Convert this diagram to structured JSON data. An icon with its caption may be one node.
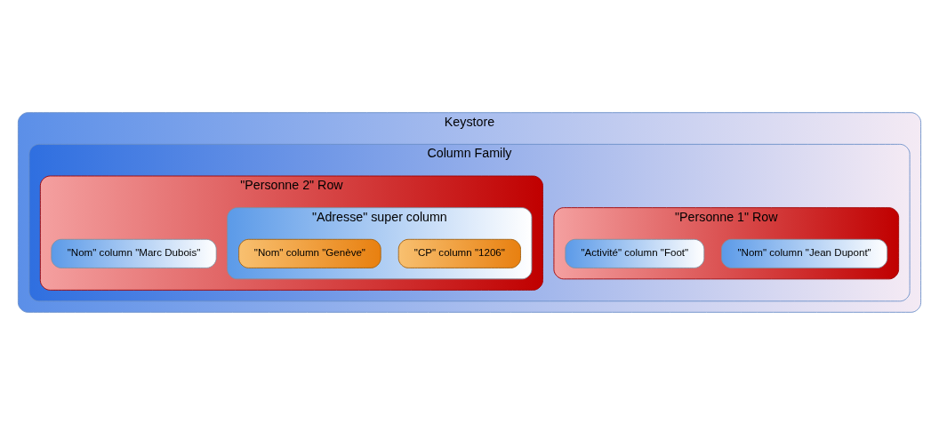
{
  "diagram": {
    "nodes": [
      {
        "text": [
          "Keystore"
        ]
      },
      {
        "text": [
          "Column Family"
        ],
        "in": 0
      },
      {
        "text": [
          "\"Personne 1\" Row"
        ],
        "in": 1
      },
      {
        "text": [
          "\"Nom\" column \"Jean Dupont\""
        ],
        "in": 2
      },
      {
        "text": [
          "\"Activité\" column \"Foot\""
        ],
        "in": 2
      },
      {
        "text": [
          "\"Personne 2\" Row"
        ],
        "in": 1
      },
      {
        "text": [
          "\"Nom\" column \"Marc Dubois\""
        ],
        "in": 5
      },
      {
        "text": [
          "\"Adresse\" super column"
        ],
        "in": 5
      },
      {
        "text": [
          "\"CP\" column \"1206\""
        ],
        "in": 7
      },
      {
        "text": [
          "\"Nom\" column \"Genève\""
        ],
        "in": 7
      }
    ],
    "edges": []
  }
}
